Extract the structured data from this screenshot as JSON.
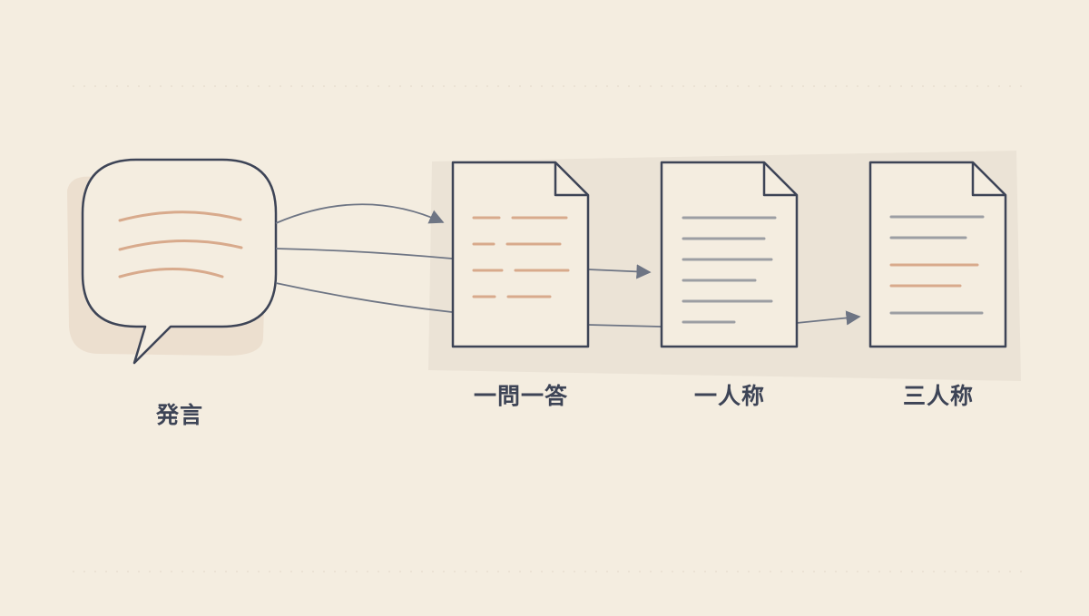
{
  "diagram": {
    "source": {
      "label": "発言",
      "icon": "speech-bubble-icon"
    },
    "documents": [
      {
        "label": "一問一答",
        "icon": "document-icon"
      },
      {
        "label": "一人称",
        "icon": "document-icon"
      },
      {
        "label": "三人称",
        "icon": "document-icon"
      }
    ]
  },
  "colors": {
    "background": "#f4ede0",
    "panel": "#ebe3d6",
    "bubble_shadow": "#ecdfcf",
    "outline": "#3d4456",
    "accent_line": "#d8aa8c",
    "gray_line": "#9c9ea3",
    "arrow": "#6e7584"
  }
}
